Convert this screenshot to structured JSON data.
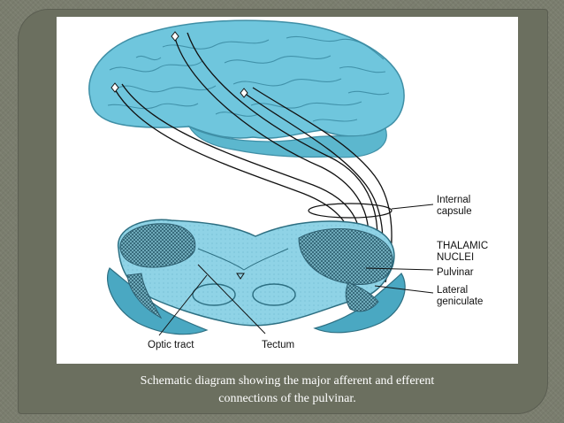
{
  "diagram": {
    "labels": {
      "internal_capsule_1": "Internal",
      "internal_capsule_2": "capsule",
      "thalamic_nuclei_1": "THALAMIC",
      "thalamic_nuclei_2": "NUCLEI",
      "pulvinar": "Pulvinar",
      "lateral_geniculate_1": "Lateral",
      "lateral_geniculate_2": "geniculate",
      "optic_tract": "Optic tract",
      "tectum": "Tectum"
    },
    "colors": {
      "brain": "#6fc6dd",
      "brain_dark": "#3f8fa6",
      "thalamus": "#8fd3e6",
      "hatch": "#2d6f82",
      "slide_bg": "#6b6f5f",
      "caption_text": "#ffffff"
    }
  },
  "caption": {
    "line1": "Schematic diagram showing the major afferent and efferent",
    "line2": "connections of the pulvinar."
  }
}
